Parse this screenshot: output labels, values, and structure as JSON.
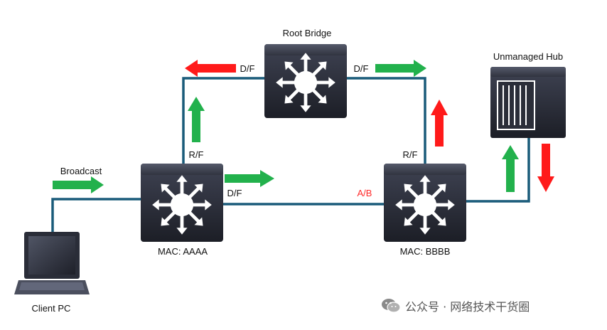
{
  "nodes": {
    "root_bridge": {
      "label": "Root Bridge"
    },
    "switch_a": {
      "label": "MAC: AAAA"
    },
    "switch_b": {
      "label": "MAC: BBBB"
    },
    "hub": {
      "label": "Unmanaged Hub"
    },
    "client": {
      "label": "Client PC"
    }
  },
  "port_labels": {
    "root_left": "D/F",
    "root_right": "D/F",
    "a_up": "R/F",
    "a_right": "D/F",
    "b_up": "R/F",
    "b_left": "A/B"
  },
  "annotations": {
    "broadcast": "Broadcast"
  },
  "watermark": {
    "text": "公众号 · 网络技术干货圈"
  },
  "colors": {
    "link": "#1a5b7a",
    "arrow_green": "#22b14c",
    "arrow_red": "#ff1a1a",
    "device_body": "#2a2d38",
    "blocked_label": "#ff2a2a"
  },
  "icons": {
    "switch": "multilayer-switch-icon",
    "hub": "hub-icon",
    "client": "laptop-icon"
  }
}
